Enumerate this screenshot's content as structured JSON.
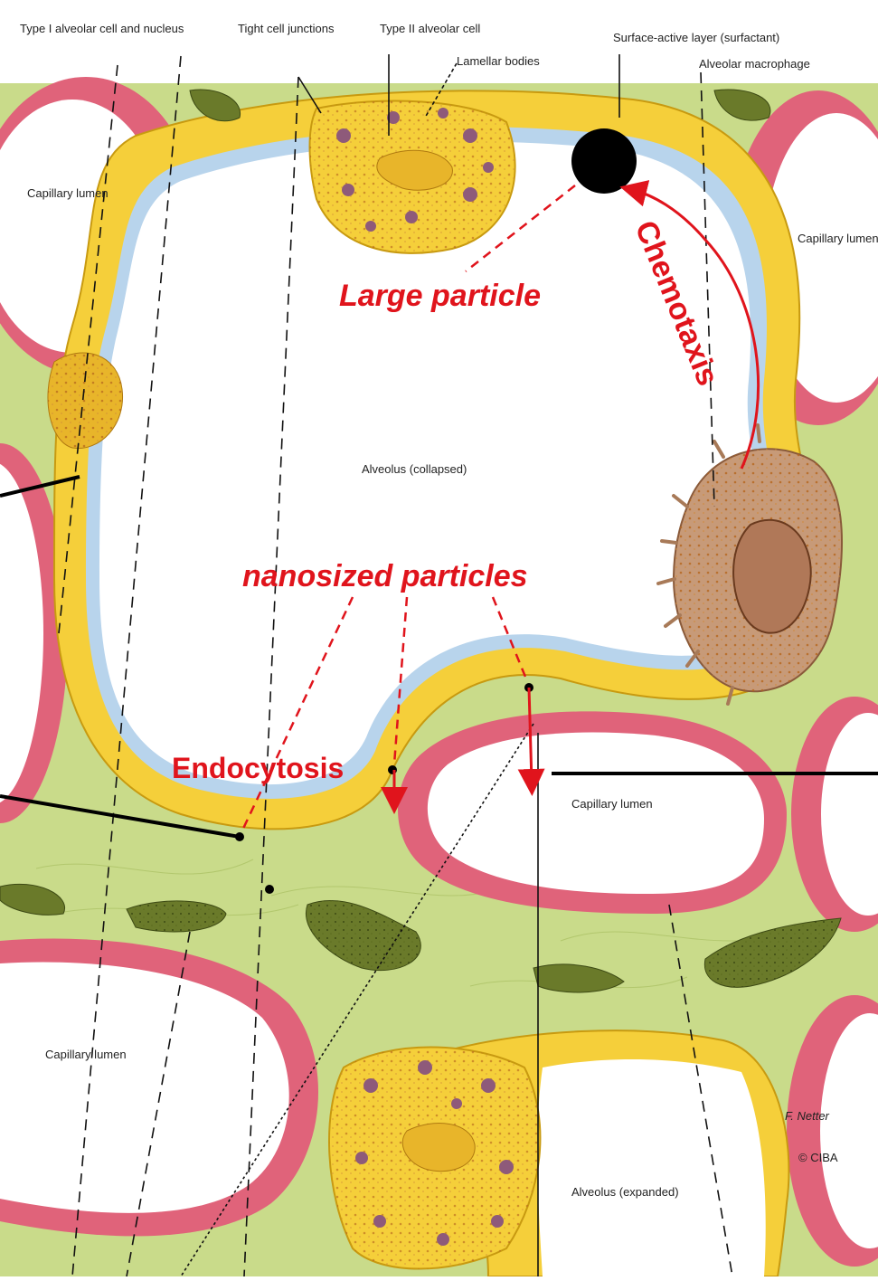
{
  "top_labels": {
    "type1_cell": "Type I alveolar cell and nucleus",
    "tight_junctions": "Tight cell junctions",
    "type2_cell": "Type II alveolar cell",
    "lamellar_bodies": "Lamellar bodies",
    "surface_layer": "Surface-active layer (surfactant)",
    "macrophage": "Alveolar macrophage"
  },
  "region_labels": {
    "cap_lumen_topleft": "Capillary lumen",
    "cap_lumen_right": "Capillary lumen",
    "alveolus_center": "Alveolus (collapsed)",
    "cap_lumen_center": "Capillary lumen",
    "cap_lumen_bottomleft": "Capillary lumen",
    "alveolus_bottom": "Alveolus (expanded)",
    "signature": "F. Netter",
    "copyright": "© CIBA"
  },
  "annotations": {
    "large_particle": "Large particle",
    "chemotaxis": "Chemotaxis",
    "nanosized_particles": "nanosized particles",
    "endocytosis": "Endocytosis"
  },
  "colors": {
    "interstitium": "#c9db8a",
    "epithelium": "#f5cf3a",
    "capillary_wall": "#e0637a",
    "surfactant": "#b8d4ec",
    "annotation_red": "#e0141c",
    "macrophage": "#c79a78"
  }
}
